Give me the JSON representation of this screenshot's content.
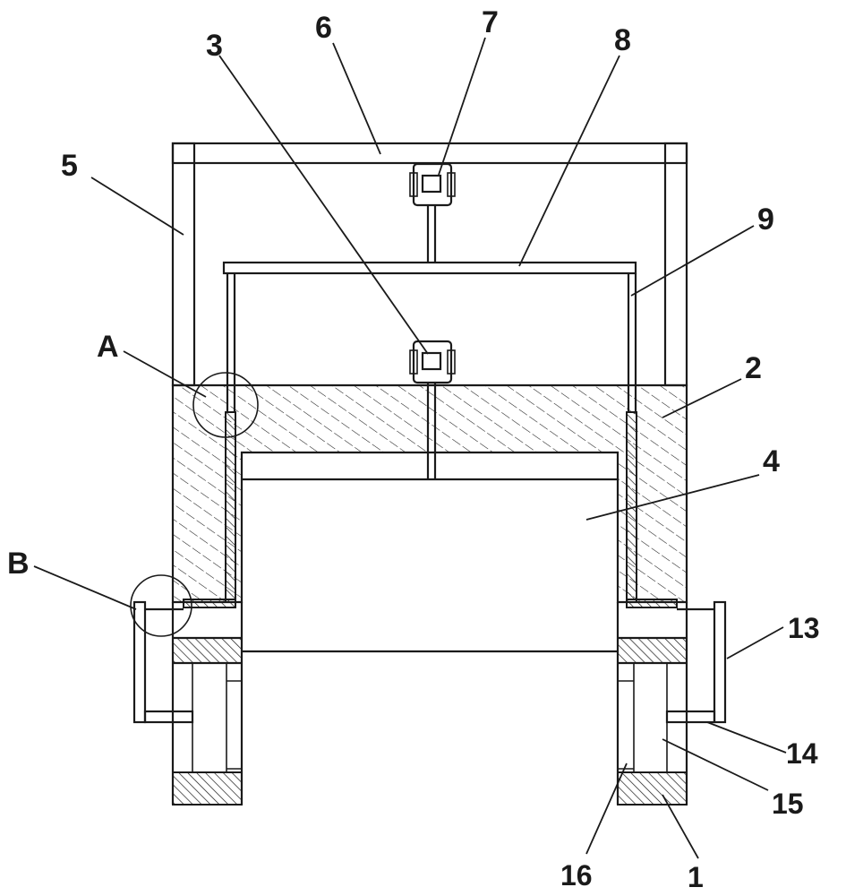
{
  "labels": {
    "l1": "1",
    "l2": "2",
    "l3": "3",
    "l4": "4",
    "l5": "5",
    "l6": "6",
    "l7": "7",
    "l8": "8",
    "l9": "9",
    "l13": "13",
    "l14": "14",
    "l15": "15",
    "l16": "16",
    "lA": "A",
    "lB": "B"
  }
}
